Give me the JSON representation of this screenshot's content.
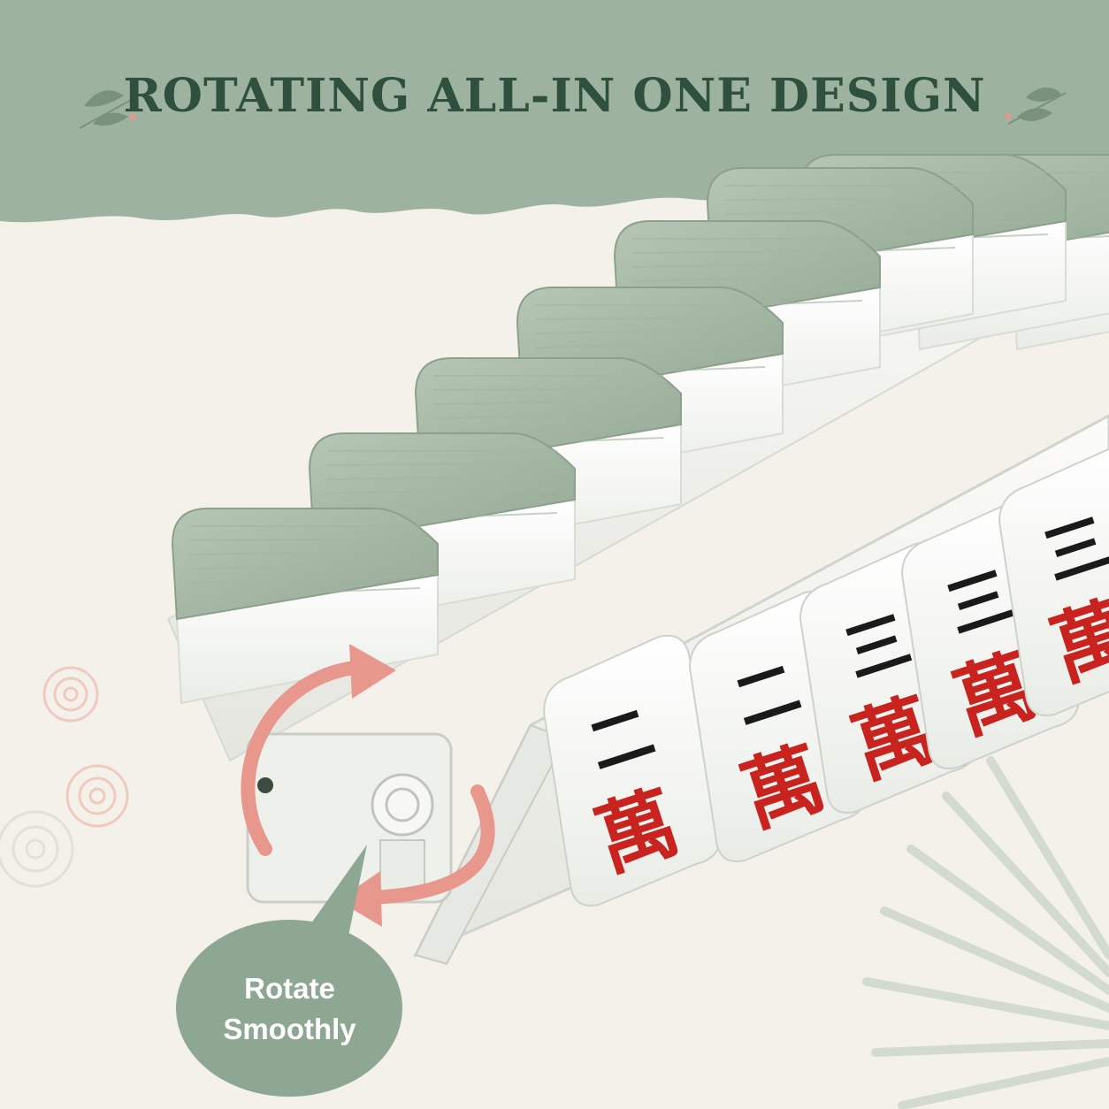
{
  "header": {
    "title": "ROTATING ALL-IN ONE DESIGN"
  },
  "callout": {
    "line1": "Rotate",
    "line2": "Smoothly"
  },
  "colors": {
    "background": "#f4f1ea",
    "banner": "#9db3a0",
    "title_text": "#2f4f3f",
    "tile_back": "#a9bba9",
    "tile_face": "#fbfbf7",
    "arrow": "#e8978c",
    "black_char": "#1a1a1a",
    "red_char": "#c8231f"
  },
  "tiles": [
    {
      "top": "二",
      "bottom": "萬"
    },
    {
      "top": "二",
      "bottom": "萬"
    },
    {
      "top": "三",
      "bottom": "萬"
    },
    {
      "top": "三",
      "bottom": "萬"
    },
    {
      "top": "三",
      "bottom": "萬"
    }
  ]
}
